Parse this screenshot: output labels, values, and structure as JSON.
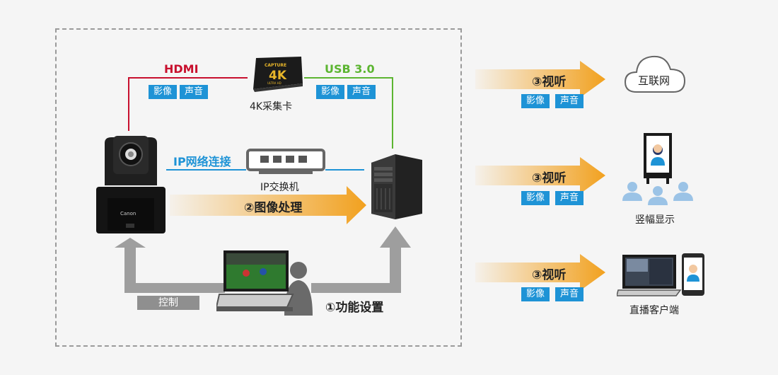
{
  "connections": {
    "hdmi": "HDMI",
    "usb": "USB 3.0",
    "ip_network": "IP网络连接"
  },
  "capture_card": {
    "label": "4K采集卡",
    "logo_text": "CAPTURE 4K ULTRA HD"
  },
  "switch": {
    "label": "IP交换机"
  },
  "camera": {
    "brand": "Canon"
  },
  "tags": {
    "video": "影像",
    "audio": "声音"
  },
  "steps": {
    "image_processing": "②图像处理",
    "function_setup": "①功能设置",
    "view": "③视听"
  },
  "control": {
    "label": "控制"
  },
  "outputs": [
    {
      "label": "互联网",
      "icon": "cloud-icon"
    },
    {
      "label": "竖幅显示",
      "icon": "vertical-display-icon"
    },
    {
      "label": "直播客户端",
      "icon": "laptop-phone-icon"
    }
  ],
  "colors": {
    "hdmi": "#c8102e",
    "usb": "#5cb531",
    "ip": "#1e93d6",
    "arrow_orange": "#f2a11f",
    "arrow_gray": "#9e9e9e",
    "tag_blue": "#1e93d6"
  }
}
